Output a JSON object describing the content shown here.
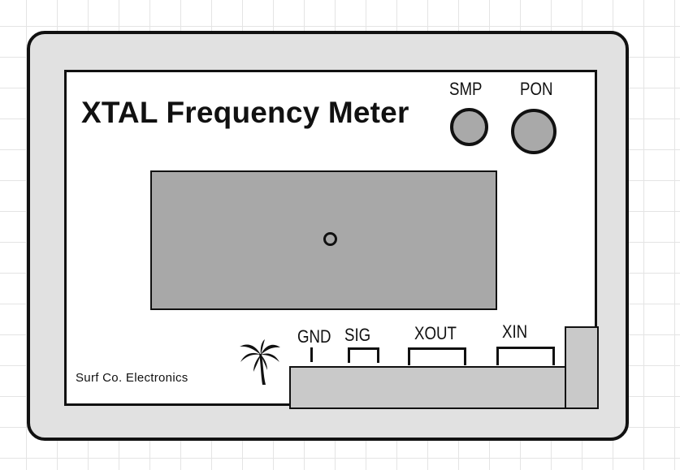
{
  "device": {
    "title": "XTAL Frequency Meter",
    "brand": "Surf Co. Electronics",
    "buttons": {
      "smp": "SMP",
      "pon": "PON"
    },
    "terminals": {
      "gnd": "GND",
      "sig": "SIG",
      "xout": "XOUT",
      "xin": "XIN"
    }
  },
  "colors": {
    "enclosure": "#e1e1e1",
    "panel": "#ffffff",
    "display": "#a8a8a8",
    "button": "#a9a9a9",
    "board": "#c9c9c9",
    "outline": "#111111"
  }
}
